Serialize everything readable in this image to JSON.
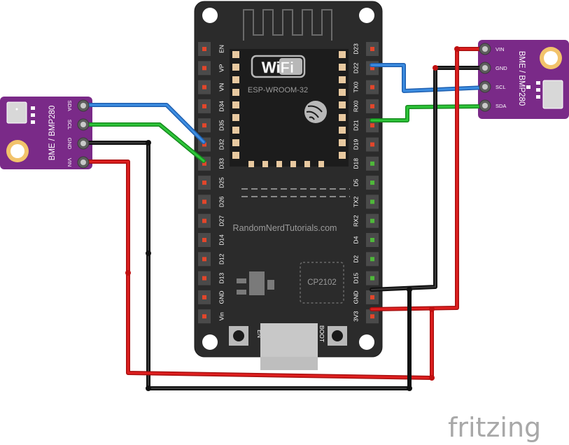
{
  "board": {
    "module": "ESP-WROOM-32",
    "wifi_logo": "WiFi",
    "site": "RandomNerdTutorials.com",
    "chip": "CP2102",
    "left_pins": [
      "EN",
      "VP",
      "VN",
      "D34",
      "D35",
      "D32",
      "D33",
      "D25",
      "D26",
      "D27",
      "D14",
      "D12",
      "D13",
      "GND",
      "Vin"
    ],
    "right_pins": [
      "D23",
      "D22",
      "TX0",
      "RX0",
      "D21",
      "D19",
      "D18",
      "D5",
      "TX2",
      "RX2",
      "D4",
      "D2",
      "D15",
      "GND",
      "3V3"
    ],
    "buttons": [
      "EN",
      "BOOT"
    ]
  },
  "sensor_left": {
    "title": "BME / BMP280",
    "pins": [
      "SDA",
      "SCL",
      "GND",
      "VIN"
    ]
  },
  "sensor_right": {
    "title": "BME / BMP280",
    "pins": [
      "VIN",
      "GND",
      "SCL",
      "SDA"
    ]
  },
  "wires": [
    {
      "name": "SDA",
      "color": "#2f7fd6"
    },
    {
      "name": "SCL",
      "color": "#22b42c"
    },
    {
      "name": "GND",
      "color": "#1a1a1a"
    },
    {
      "name": "VIN",
      "color": "#d41414"
    }
  ],
  "watermark": "fritzing"
}
